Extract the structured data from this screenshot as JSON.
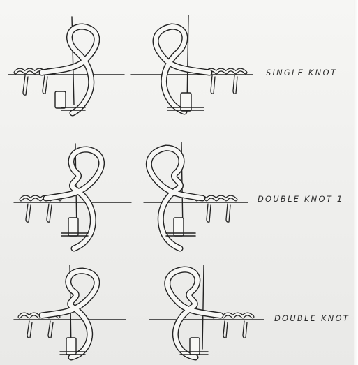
{
  "rows": [
    {
      "label": "SINGLE KNOT"
    },
    {
      "label": "DOUBLE KNOT 1"
    },
    {
      "label": "DOUBLE KNOT"
    }
  ]
}
